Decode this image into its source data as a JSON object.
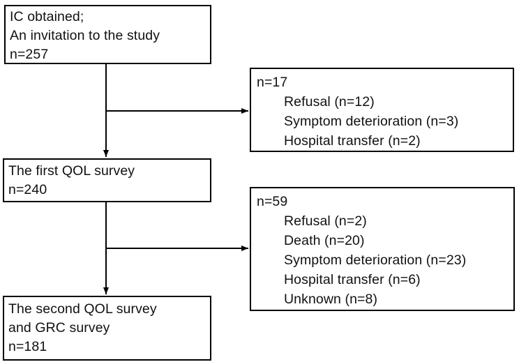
{
  "flowchart": {
    "stages": [
      {
        "id": "enrollment",
        "lines": [
          "IC obtained;",
          "An invitation to the study",
          "n=257"
        ]
      },
      {
        "id": "first-qol-survey",
        "lines": [
          "The first QOL survey",
          "n=240"
        ]
      },
      {
        "id": "second-qol-grc-survey",
        "lines": [
          "The second QOL survey",
          "and GRC survey",
          "n=181"
        ]
      }
    ],
    "exclusions": [
      {
        "id": "dropout-before-first-survey",
        "total": "n=17",
        "items": [
          "Refusal (n=12)",
          "Symptom deterioration (n=3)",
          "Hospital transfer (n=2)"
        ]
      },
      {
        "id": "dropout-before-second-survey",
        "total": "n=59",
        "items": [
          "Refusal (n=2)",
          "Death (n=20)",
          "Symptom deterioration (n=23)",
          "Hospital transfer (n=6)",
          "Unknown (n=8)"
        ]
      }
    ],
    "colors": {
      "border": "#000000",
      "background": "#ffffff",
      "text": "#111111"
    }
  }
}
